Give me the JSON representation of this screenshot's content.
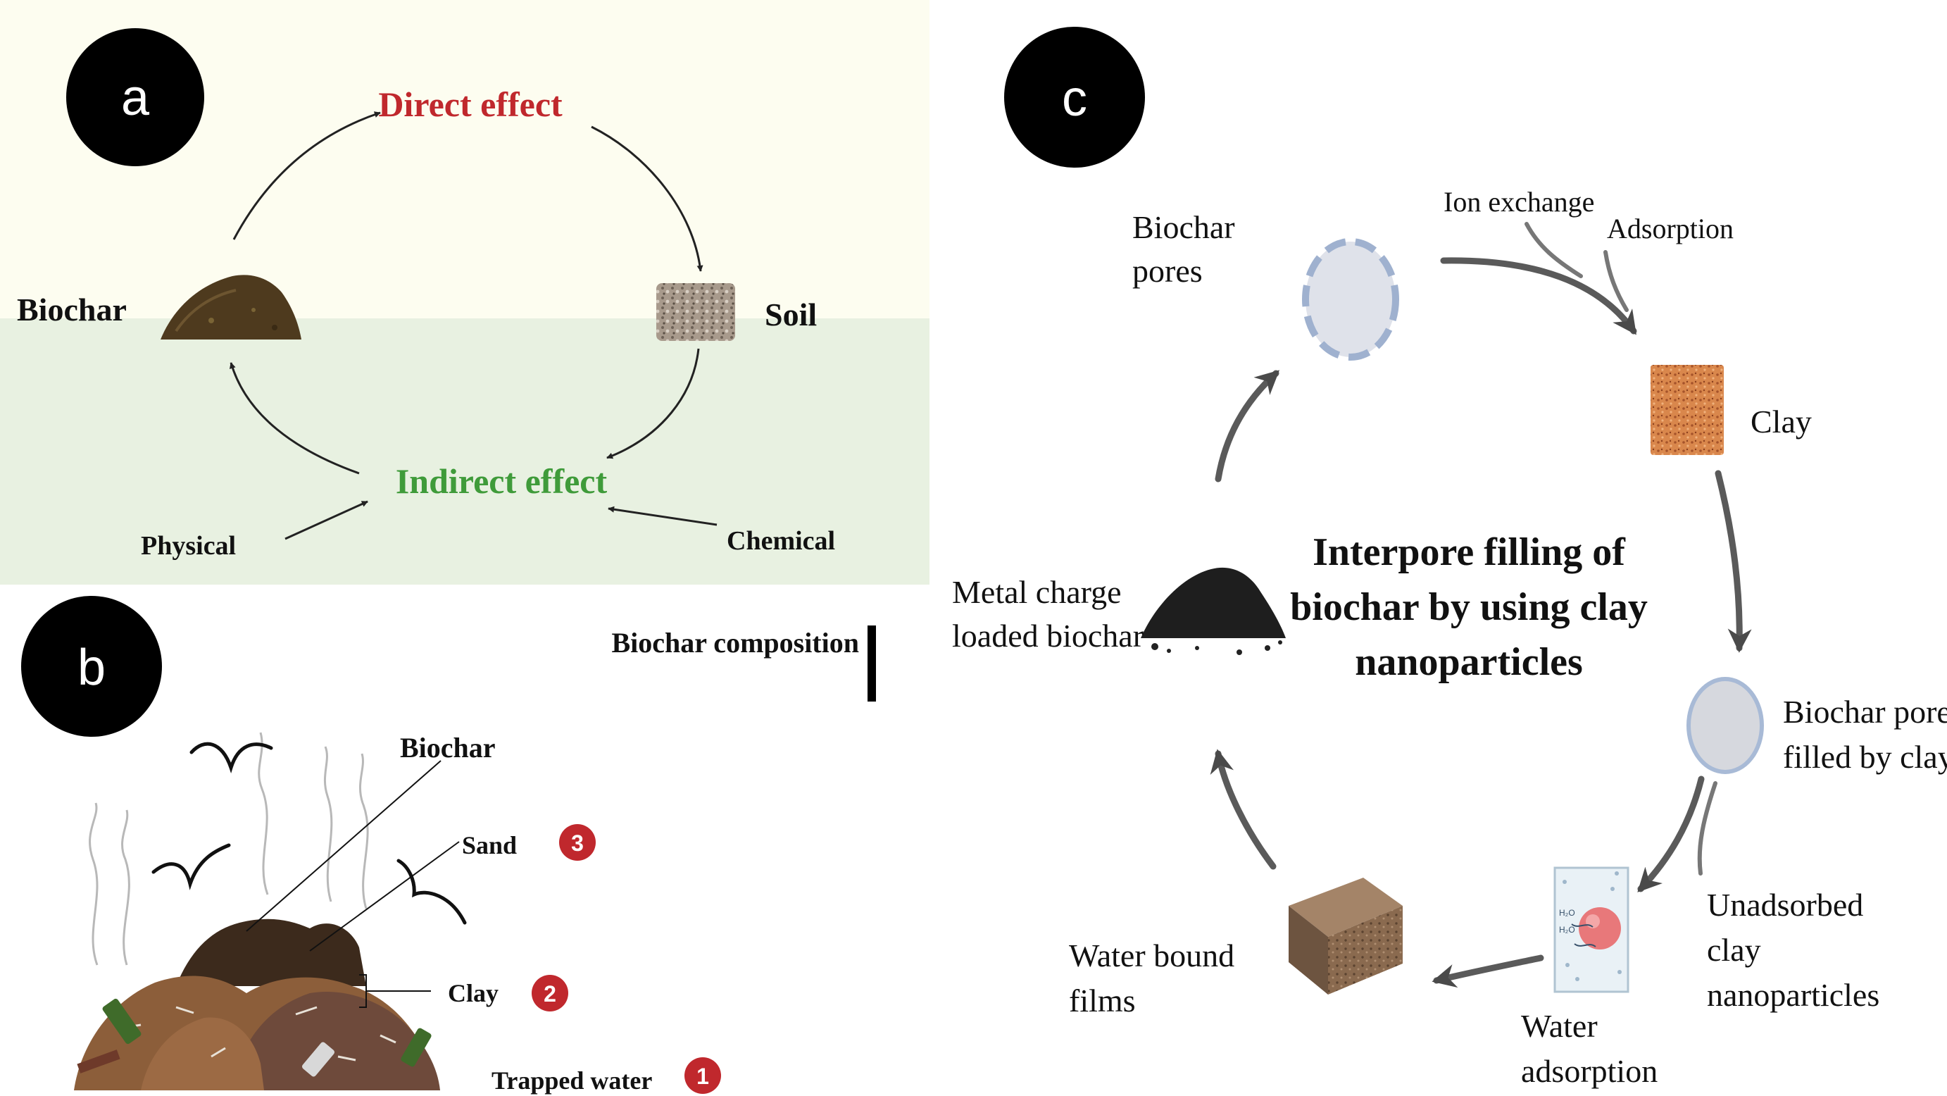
{
  "panel_a": {
    "badge": "a",
    "direct_effect": "Direct effect",
    "indirect_effect": "Indirect effect",
    "biochar": "Biochar",
    "soil": "Soil",
    "physical": "Physical",
    "chemical": "Chemical",
    "colors": {
      "direct": "#c0282d",
      "indirect": "#3f9b3a",
      "bg_top": "#fdfdf0",
      "bg_bottom": "#e8f1e1"
    }
  },
  "panel_b": {
    "badge": "b",
    "heading": "Biochar composition",
    "biochar": "Biochar",
    "layers": [
      {
        "label": "Sand",
        "number": "3"
      },
      {
        "label": "Clay",
        "number": "2"
      },
      {
        "label": "Trapped water",
        "number": "1"
      }
    ],
    "colors": {
      "number_badge": "#c0282d"
    }
  },
  "panel_c": {
    "badge": "c",
    "center_title": [
      "Interpore filling of",
      "biochar by using clay",
      "nanoparticles"
    ],
    "biochar_pores": [
      "Biochar",
      "pores"
    ],
    "ion_exchange": "Ion exchange",
    "adsorption": "Adsorption",
    "clay": "Clay",
    "pores_filled": [
      "Biochar pores",
      "filled by clay"
    ],
    "unadsorbed": [
      "Unadsorbed",
      "clay",
      "nanoparticles"
    ],
    "water_adsorption": [
      "Water",
      "adsorption"
    ],
    "water_bound": [
      "Water bound",
      "films"
    ],
    "metal_charge": [
      "Metal charge",
      "loaded biochar"
    ],
    "beaker_labels": [
      "H₂O",
      "H₂O"
    ]
  }
}
